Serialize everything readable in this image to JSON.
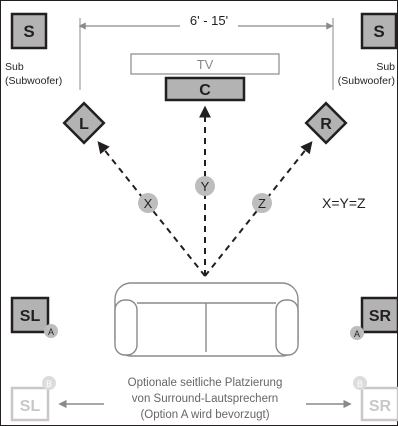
{
  "distance": "6' - 15'",
  "tv_label": "TV",
  "equation": "X=Y=Z",
  "note_lines": [
    "Optionale seitliche Platzierung",
    "von Surround-Lautsprechern",
    "(Option A wird bevorzugt)"
  ],
  "sub_label_line1": "Sub",
  "sub_label_line2": "(Subwoofer)",
  "speakers": {
    "sub_left": "S",
    "sub_right": "S",
    "center": "C",
    "front_left": "L",
    "front_right": "R",
    "surround_left_a": "SL",
    "surround_right_a": "SR",
    "surround_left_b": "SL",
    "surround_right_b": "SR"
  },
  "option_a": "A",
  "option_b": "B",
  "distance_labels": {
    "x": "X",
    "y": "Y",
    "z": "Z"
  },
  "colors": {
    "speaker_fill": "#b3b3b3",
    "speaker_stroke": "#231f20",
    "line": "#8a8a8a",
    "faded": "#c8c8c8",
    "badge": "#bdbdbd"
  }
}
